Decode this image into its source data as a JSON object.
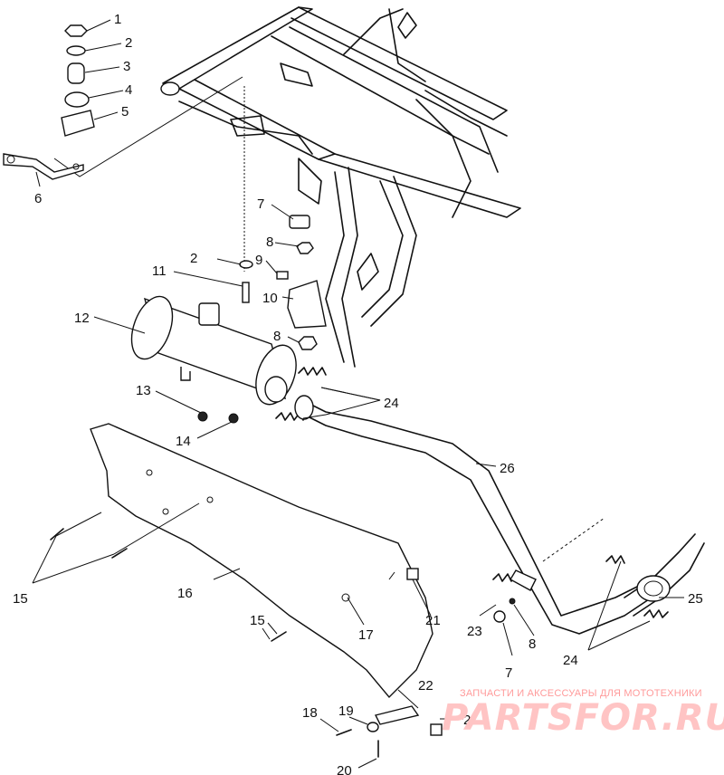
{
  "callouts": [
    "1",
    "2",
    "3",
    "4",
    "5",
    "6",
    "7",
    "8",
    "9",
    "10",
    "11",
    "12",
    "13",
    "14",
    "15",
    "16",
    "17",
    "21",
    "23",
    "8",
    "7",
    "24",
    "25",
    "24",
    "26",
    "22",
    "18",
    "19",
    "20",
    "21",
    "2",
    "8",
    "15"
  ],
  "watermark": {
    "line1": "ЗАПЧАСТИ И АКСЕССУАРЫ ДЛЯ МОТОТЕХНИКИ",
    "line2": "PARTSFOR.RU"
  }
}
